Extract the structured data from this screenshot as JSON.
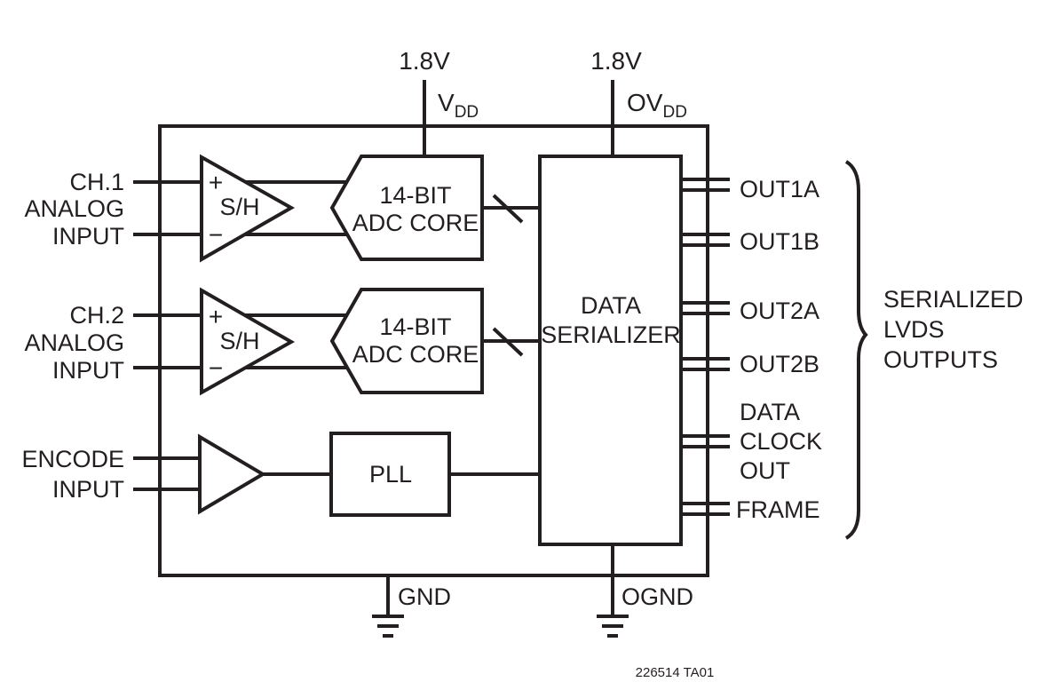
{
  "supplies": {
    "vdd_voltage": "1.8V",
    "vdd_name": "V",
    "vdd_sub": "DD",
    "ovdd_voltage": "1.8V",
    "ovdd_name": "OV",
    "ovdd_sub": "DD"
  },
  "inputs": {
    "ch1": [
      "CH.1",
      "ANALOG",
      "INPUT"
    ],
    "ch2": [
      "CH.2",
      "ANALOG",
      "INPUT"
    ],
    "encode": [
      "ENCODE",
      "INPUT"
    ]
  },
  "blocks": {
    "sh_label": "S/H",
    "plus": "+",
    "minus": "−",
    "adc1": [
      "14-BIT",
      "ADC CORE"
    ],
    "adc2": [
      "14-BIT",
      "ADC CORE"
    ],
    "pll": "PLL",
    "serializer": [
      "DATA",
      "SERIALIZER"
    ]
  },
  "outputs": {
    "out1a": "OUT1A",
    "out1b": "OUT1B",
    "out2a": "OUT2A",
    "out2b": "OUT2B",
    "data_clock_out": [
      "DATA",
      "CLOCK",
      "OUT"
    ],
    "frame": "FRAME",
    "group": [
      "SERIALIZED",
      "LVDS",
      "OUTPUTS"
    ]
  },
  "grounds": {
    "gnd": "GND",
    "ognd": "OGND"
  },
  "figure_id": "226514 TA01"
}
